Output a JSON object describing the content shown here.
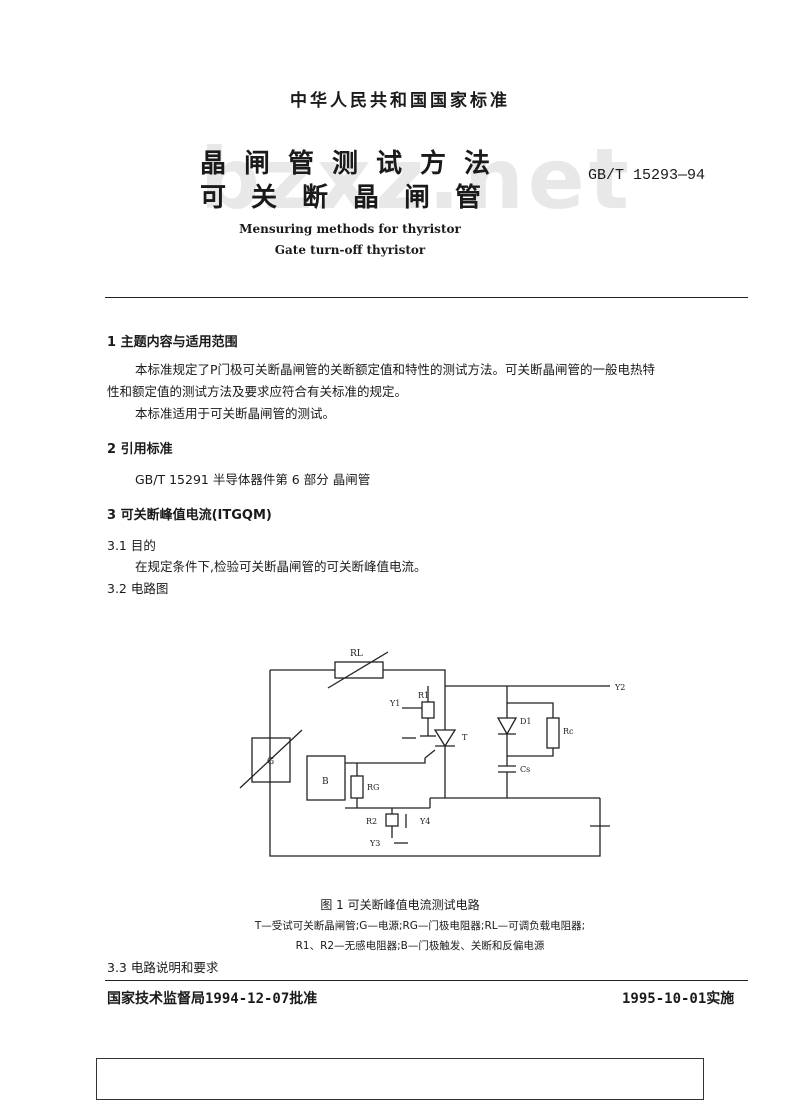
{
  "header": {
    "organization": "中华人民共和国国家标准",
    "title_line1": "晶闸管测试方法",
    "title_line2": "可关断晶闸管",
    "standard_code": "GB/T 15293—94",
    "watermark": "bzxz.net",
    "english_title_line1": "Mensuring methods for thyristor",
    "english_title_line2": "Gate turn-off thyristor"
  },
  "sections": {
    "s1_heading": "1  主题内容与适用范围",
    "s1_p1": "本标准规定了P门极可关断晶闸管的关断额定值和特性的测试方法。可关断晶闸管的一般电热特",
    "s1_p1b": "性和额定值的测试方法及要求应符合有关标准的规定。",
    "s1_p2": "本标准适用于可关断晶闸管的测试。",
    "s2_heading": "2  引用标准",
    "s2_ref": "GB/T 15291   半导体器件第 6 部分   晶闸管",
    "s3_heading": "3  可关断峰值电流(ITGQM)",
    "s3_1_heading": "3.1  目的",
    "s3_1_text": "在规定条件下,检验可关断晶闸管的可关断峰值电流。",
    "s3_2_heading": "3.2  电路图",
    "s3_3_heading": "3.3  电路说明和要求"
  },
  "figure": {
    "caption": "图 1   可关断峰值电流测试电路",
    "legend_line1": "T—受试可关断晶闸管;G—电源;RG—门极电阻器;RL—可调负载电阻器;",
    "legend_line2": "R1、R2—无感电阻器;B—门极触发、关断和反偏电源",
    "labels": {
      "RL": "RL",
      "R1": "R1",
      "R2": "R2",
      "RG": "RG",
      "Rc": "Rc",
      "D1": "D1",
      "Cs": "Cs",
      "T": "T",
      "G": "G",
      "B": "B",
      "Y1": "Y1",
      "Y2": "Y2",
      "Y3": "Y3",
      "Y4": "Y4"
    }
  },
  "footer": {
    "issuer": "国家技术监督局1994-12-07批准",
    "effective": "1995-10-01实施"
  }
}
